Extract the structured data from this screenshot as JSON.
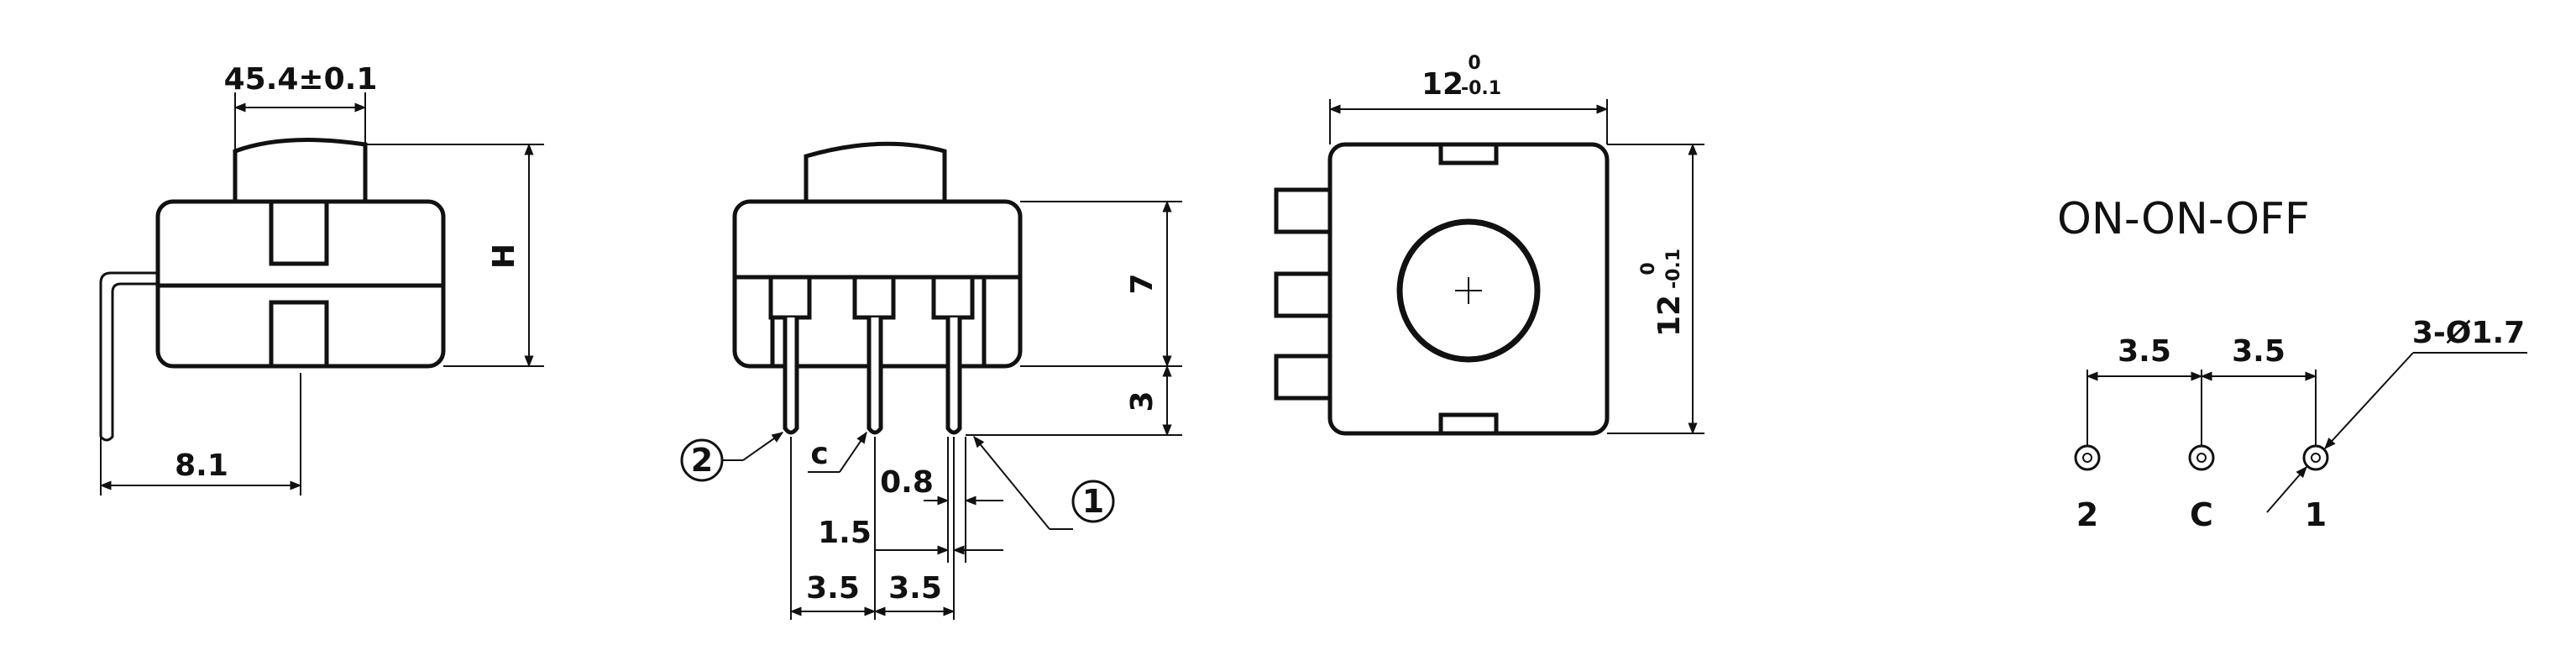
{
  "side_view": {
    "width_dim": "45.4±0.1",
    "height_dim": "H",
    "pin_offset_dim": "8.1"
  },
  "front_view": {
    "height_dim": "7",
    "pin_length_dim": "3",
    "pin_width_dim": "0.8",
    "pitch_inner_dim": "1.5",
    "pitch_left_dim": "3.5",
    "pitch_right_dim": "3.5",
    "callout_2": "2",
    "callout_1": "1",
    "label_c": "c"
  },
  "top_view": {
    "width_main": "12",
    "width_tol_upper": "0",
    "width_tol_lower": "-0.1",
    "height_main": "12",
    "height_tol_upper": "0",
    "height_tol_lower": "-0.1"
  },
  "schematic": {
    "title": "ON-ON-OFF",
    "pitch_left": "3.5",
    "pitch_right": "3.5",
    "hole_dim": "3-Ø1.7",
    "pin_labels": [
      "2",
      "C",
      "1"
    ]
  }
}
